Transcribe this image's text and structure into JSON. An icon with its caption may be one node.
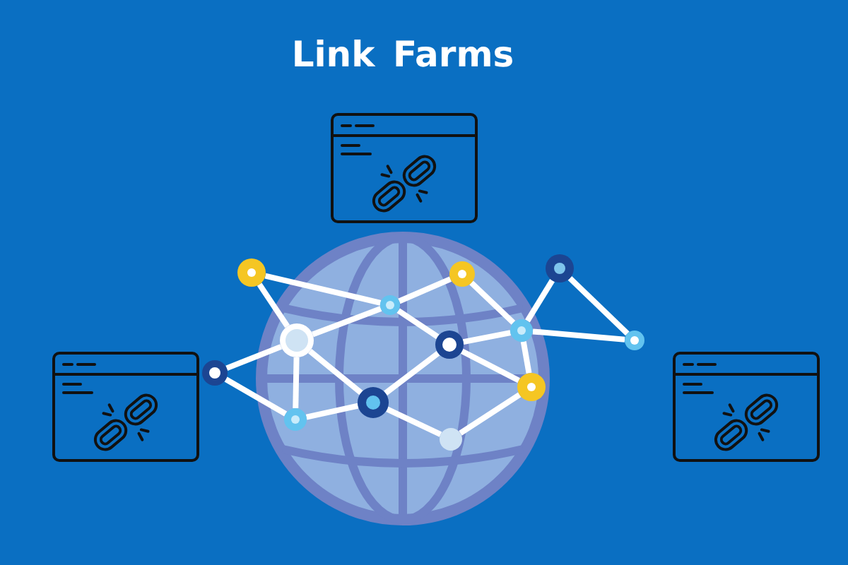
{
  "diagram": {
    "title": "Link Farms",
    "nodes": [
      {
        "text": [],
        "shape": "circle"
      },
      {
        "text": [],
        "shape": "circle"
      },
      {
        "text": [],
        "shape": "circle"
      },
      {
        "text": [],
        "shape": "circle"
      },
      {
        "text": [],
        "shape": "circle"
      },
      {
        "text": [],
        "shape": "circle"
      },
      {
        "text": [],
        "shape": "circle"
      },
      {
        "text": [],
        "shape": "circle"
      },
      {
        "text": [],
        "shape": "circle"
      },
      {
        "text": [],
        "shape": "circle"
      },
      {
        "text": [],
        "shape": "circle"
      },
      {
        "text": [],
        "shape": "circle"
      },
      {
        "text": [],
        "shape": "circle"
      }
    ],
    "edges": [
      {
        "from": 0,
        "to": 3,
        "arrow": "none"
      },
      {
        "from": 0,
        "to": 4,
        "arrow": "none"
      },
      {
        "from": 3,
        "to": 1,
        "arrow": "none"
      },
      {
        "from": 3,
        "to": 4,
        "arrow": "none"
      },
      {
        "from": 3,
        "to": 5,
        "arrow": "none"
      },
      {
        "from": 1,
        "to": 6,
        "arrow": "none"
      },
      {
        "from": 6,
        "to": 2,
        "arrow": "none"
      },
      {
        "from": 2,
        "to": 7,
        "arrow": "none"
      },
      {
        "from": 6,
        "to": 7,
        "arrow": "none"
      },
      {
        "from": 5,
        "to": 6,
        "arrow": "none"
      },
      {
        "from": 5,
        "to": 10,
        "arrow": "none"
      },
      {
        "from": 5,
        "to": 9,
        "arrow": "none"
      },
      {
        "from": 4,
        "to": 8,
        "arrow": "none"
      },
      {
        "from": 4,
        "to": 11,
        "arrow": "none"
      },
      {
        "from": 4,
        "to": 9,
        "arrow": "none"
      },
      {
        "from": 8,
        "to": 11,
        "arrow": "none"
      },
      {
        "from": 11,
        "to": 9,
        "arrow": "none"
      },
      {
        "from": 9,
        "to": 12,
        "arrow": "none"
      },
      {
        "from": 12,
        "to": 10,
        "arrow": "none"
      },
      {
        "from": 6,
        "to": 10,
        "arrow": "none"
      }
    ]
  }
}
